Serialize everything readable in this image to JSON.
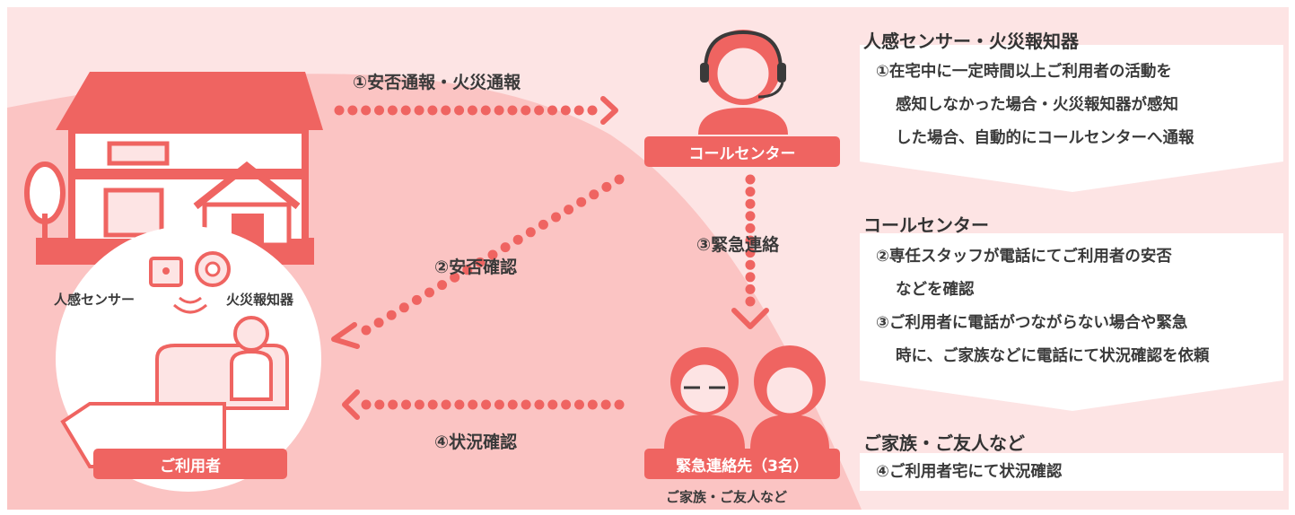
{
  "flows": {
    "step1": "①安否通報・火災通報",
    "step2": "②安否確認",
    "step3": "③緊急連絡",
    "step4": "④状況確認"
  },
  "house": {
    "sensor_label": "人感センサー",
    "fire_label": "火災報知器",
    "user_tag": "ご利用者"
  },
  "callcenter": {
    "tag": "コールセンター"
  },
  "contacts": {
    "tag": "緊急連絡先（3名）",
    "caption": "ご家族・ご友人など"
  },
  "sections": [
    {
      "title": "人感センサー・火災報知器",
      "lines": [
        "①在宅中に一定時間以上ご利用者の活動を",
        "感知しなかった場合・火災報知器が感知",
        "した場合、自動的にコールセンターへ通報"
      ]
    },
    {
      "title": "コールセンター",
      "lines": [
        "②専任スタッフが電話にてご利用者の安否",
        "などを確認",
        "③ご利用者に電話がつながらない場合や緊急",
        "時に、ご家族などに電話にて状況確認を依頼"
      ]
    },
    {
      "title": "ご家族・ご友人など",
      "lines": [
        "④ご利用者宅にて状況確認"
      ]
    }
  ],
  "colors": {
    "accent": "#ef6461",
    "pale": "#fde4e4",
    "mid": "#fbc4c3"
  }
}
